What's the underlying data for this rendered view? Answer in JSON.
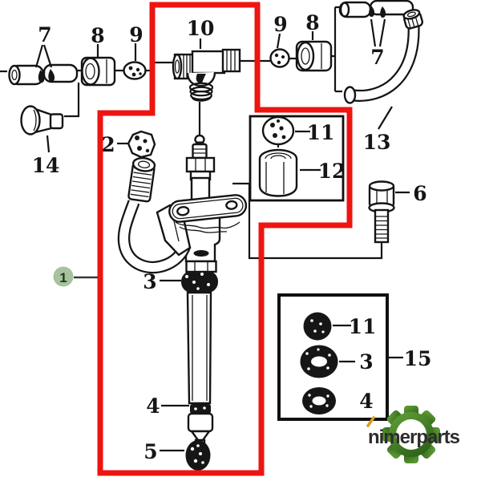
{
  "diagram": {
    "highlight_color": "#ee1410",
    "line_color": "#141414",
    "callouts": {
      "left_7": "7",
      "left_8": "8",
      "left_9": "9",
      "tee_10": "10",
      "right_9": "9",
      "right_8": "8",
      "right_7": "7",
      "hose_13": "13",
      "cap_14": "14",
      "nut_2": "2",
      "nut_11": "11",
      "nut_12": "12",
      "bolt_6": "6",
      "seal_3": "3",
      "nozzle_4": "4",
      "tip_5": "5",
      "kit_11": "11",
      "kit_3": "3",
      "kit_4": "4",
      "kit_15": "15"
    },
    "badge": {
      "label": "1",
      "fill": "#a6c29e",
      "text_color": "#1d3a19"
    }
  },
  "watermark": {
    "brand": "nimerparts",
    "text_color": "#2d2d2d",
    "gear_green_light": "#63a238",
    "gear_green_dark": "#2f6419",
    "accent_color": "#e09a1b"
  }
}
